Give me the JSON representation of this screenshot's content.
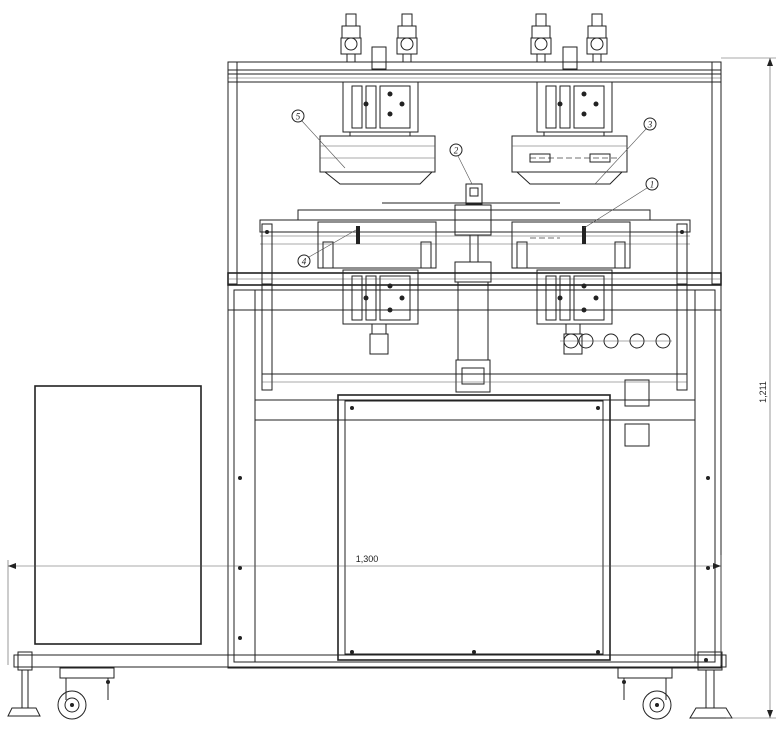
{
  "drawing": {
    "dimensions": {
      "height": "1,211",
      "width": "1,300"
    },
    "balloons": [
      "1",
      "2",
      "3",
      "4",
      "5"
    ]
  }
}
